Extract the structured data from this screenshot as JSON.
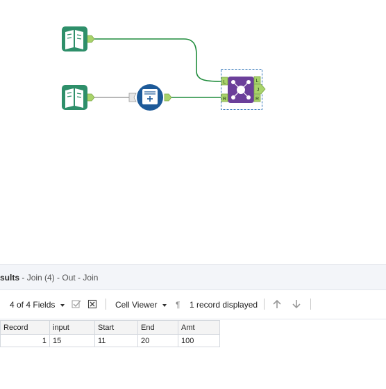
{
  "canvas": {
    "tools": [
      {
        "name": "Input Data"
      },
      {
        "name": "Input Data"
      },
      {
        "name": "Formula"
      },
      {
        "name": "Join",
        "anchors": [
          "L",
          "R",
          "L",
          "J",
          "R"
        ]
      }
    ],
    "colors": {
      "connection": "#1f8c3b",
      "input_tool": "#2e8f6a",
      "formula_tool": "#1d5a99",
      "join_tool": "#6b3f9a",
      "anchor": "#a8d36a"
    }
  },
  "results": {
    "title_bold": "sults",
    "title_sub": "- Join (4) - Out - Join",
    "toolbar": {
      "fields_label": "4 of 4 Fields",
      "cell_viewer_label": "Cell Viewer",
      "pilcrow": "¶",
      "records_label": "1 record displayed"
    },
    "table": {
      "columns": [
        "Record",
        "input",
        "Start",
        "End",
        "Amt"
      ],
      "rows": [
        [
          "1",
          "15",
          "11",
          "20",
          "100"
        ]
      ]
    }
  }
}
